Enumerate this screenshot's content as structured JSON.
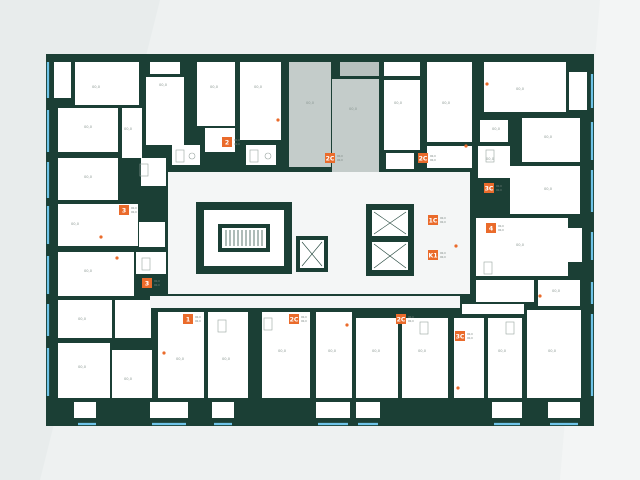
{
  "plan": {
    "title": "",
    "apartment_badges": [
      {
        "id": "b1",
        "label": "2",
        "area": "00,0",
        "sub": "00,0"
      },
      {
        "id": "b2",
        "label": "2C",
        "area": "00,0",
        "sub": "00,0"
      },
      {
        "id": "b3",
        "label": "2C",
        "area": "00,0",
        "sub": "00,0"
      },
      {
        "id": "b4",
        "label": "3",
        "area": "00,0",
        "sub": "00,0"
      },
      {
        "id": "b5",
        "label": "3C",
        "area": "00,0",
        "sub": "00,0"
      },
      {
        "id": "b6",
        "label": "1C",
        "area": "00,0",
        "sub": "00,0"
      },
      {
        "id": "b7",
        "label": "4",
        "area": "00,0",
        "sub": "00,0"
      },
      {
        "id": "b8",
        "label": "K1",
        "area": "00,0",
        "sub": "00,0"
      },
      {
        "id": "b9",
        "label": "3",
        "area": "00,0",
        "sub": "00,0"
      },
      {
        "id": "b10",
        "label": "1",
        "area": "00,0",
        "sub": "00,0"
      },
      {
        "id": "b11",
        "label": "2C",
        "area": "00,0",
        "sub": "00,0"
      },
      {
        "id": "b12",
        "label": "2C",
        "area": "00,0",
        "sub": "00,0"
      },
      {
        "id": "b13",
        "label": "3C",
        "area": "00,0",
        "sub": "00,0"
      }
    ],
    "room_area_label": "00,0",
    "colors": {
      "wall": "#1b3f35",
      "accent": "#ea6b2b",
      "window": "#6ec3e8",
      "highlight": "#c4ccca",
      "background": "#eef1f1"
    },
    "icons": [
      "stair-icon",
      "elevator-icon"
    ]
  }
}
